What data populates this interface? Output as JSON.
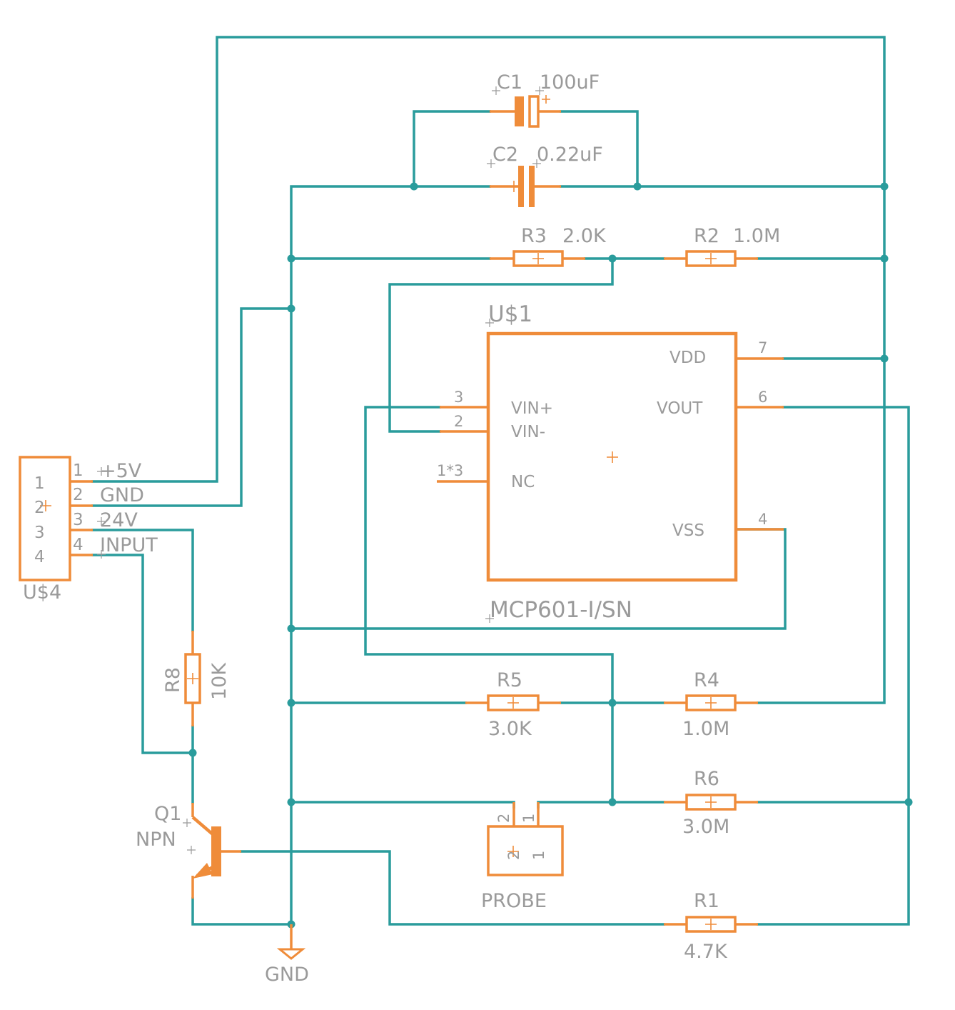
{
  "colors": {
    "wire": "#2a9c9c",
    "part": "#ef8c3a",
    "text": "#9a9a9a",
    "background": "#ffffff"
  },
  "parts": {
    "c1": {
      "name": "C1",
      "value": "100uF"
    },
    "c2": {
      "name": "C2",
      "value": "0.22uF"
    },
    "r1": {
      "name": "R1",
      "value": "4.7K"
    },
    "r2": {
      "name": "R2",
      "value": "1.0M"
    },
    "r3": {
      "name": "R3",
      "value": "2.0K"
    },
    "r4": {
      "name": "R4",
      "value": "1.0M"
    },
    "r5": {
      "name": "R5",
      "value": "3.0K"
    },
    "r6": {
      "name": "R6",
      "value": "3.0M"
    },
    "r8": {
      "name": "R8",
      "value": "10K"
    },
    "q1": {
      "name": "Q1",
      "value": "NPN"
    },
    "u1": {
      "name": "U$1",
      "value": "MCP601-I/SN",
      "pins": [
        {
          "number": "3",
          "label": "VIN+"
        },
        {
          "number": "2",
          "label": "VIN-"
        },
        {
          "number": "1*3",
          "label": "NC"
        },
        {
          "number": "7",
          "label": "VDD"
        },
        {
          "number": "6",
          "label": "VOUT"
        },
        {
          "number": "4",
          "label": "VSS"
        }
      ]
    },
    "u4": {
      "name": "U$4",
      "pins": [
        {
          "number": "1",
          "net": "+5V"
        },
        {
          "number": "2",
          "net": "GND"
        },
        {
          "number": "3",
          "net": "24V"
        },
        {
          "number": "4",
          "net": "INPUT"
        }
      ]
    },
    "probe": {
      "name": "PROBE",
      "pins": [
        "2",
        "1"
      ]
    },
    "gnd": {
      "name": "GND"
    }
  }
}
